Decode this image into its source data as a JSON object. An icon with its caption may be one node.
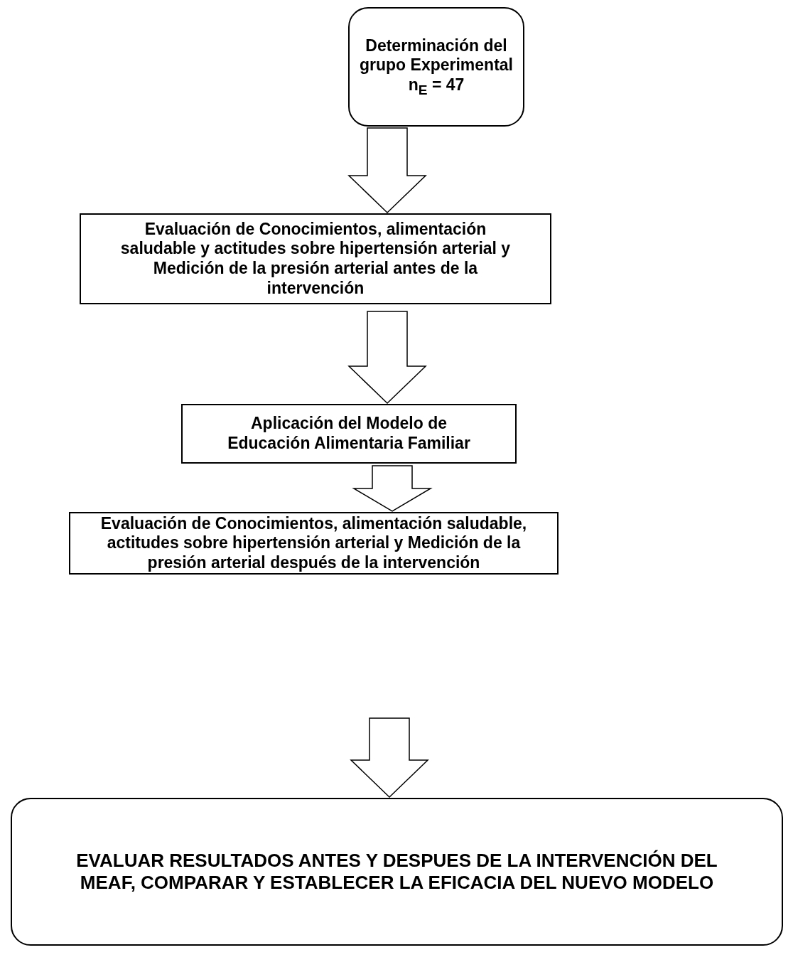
{
  "diagram": {
    "nodes": [
      {
        "text": [
          "Determinación del grupo Experimental n$_{E}$ = 47"
        ]
      },
      {
        "text": [
          "Evaluación de  Conocimientos, alimentación saludable y actitudes sobre hipertensión arterial y Medición de la presión arterial antes de la intervención"
        ]
      },
      {
        "text": [
          "Aplicación del Modelo de Educación Alimentaria Familiar"
        ]
      },
      {
        "text": [
          "Evaluación de  Conocimientos, alimentación saludable, actitudes sobre hipertensión arterial y Medición de la presión arterial después de la intervención"
        ]
      },
      {
        "text": [
          "EVALUAR RESULTADOS ANTES Y DESPUES DE LA INTERVENCIÓN DEL MEAF, COMPARAR Y ESTABLECER LA EFICACIA DEL NUEVO MODELO"
        ]
      }
    ],
    "edges": [
      {
        "from": 0,
        "to": 1,
        "arrow": "to"
      },
      {
        "from": 1,
        "to": 2,
        "arrow": "to"
      },
      {
        "from": 2,
        "to": 3,
        "arrow": "to"
      },
      {
        "from": null,
        "to": 4,
        "arrow": "to"
      }
    ]
  }
}
